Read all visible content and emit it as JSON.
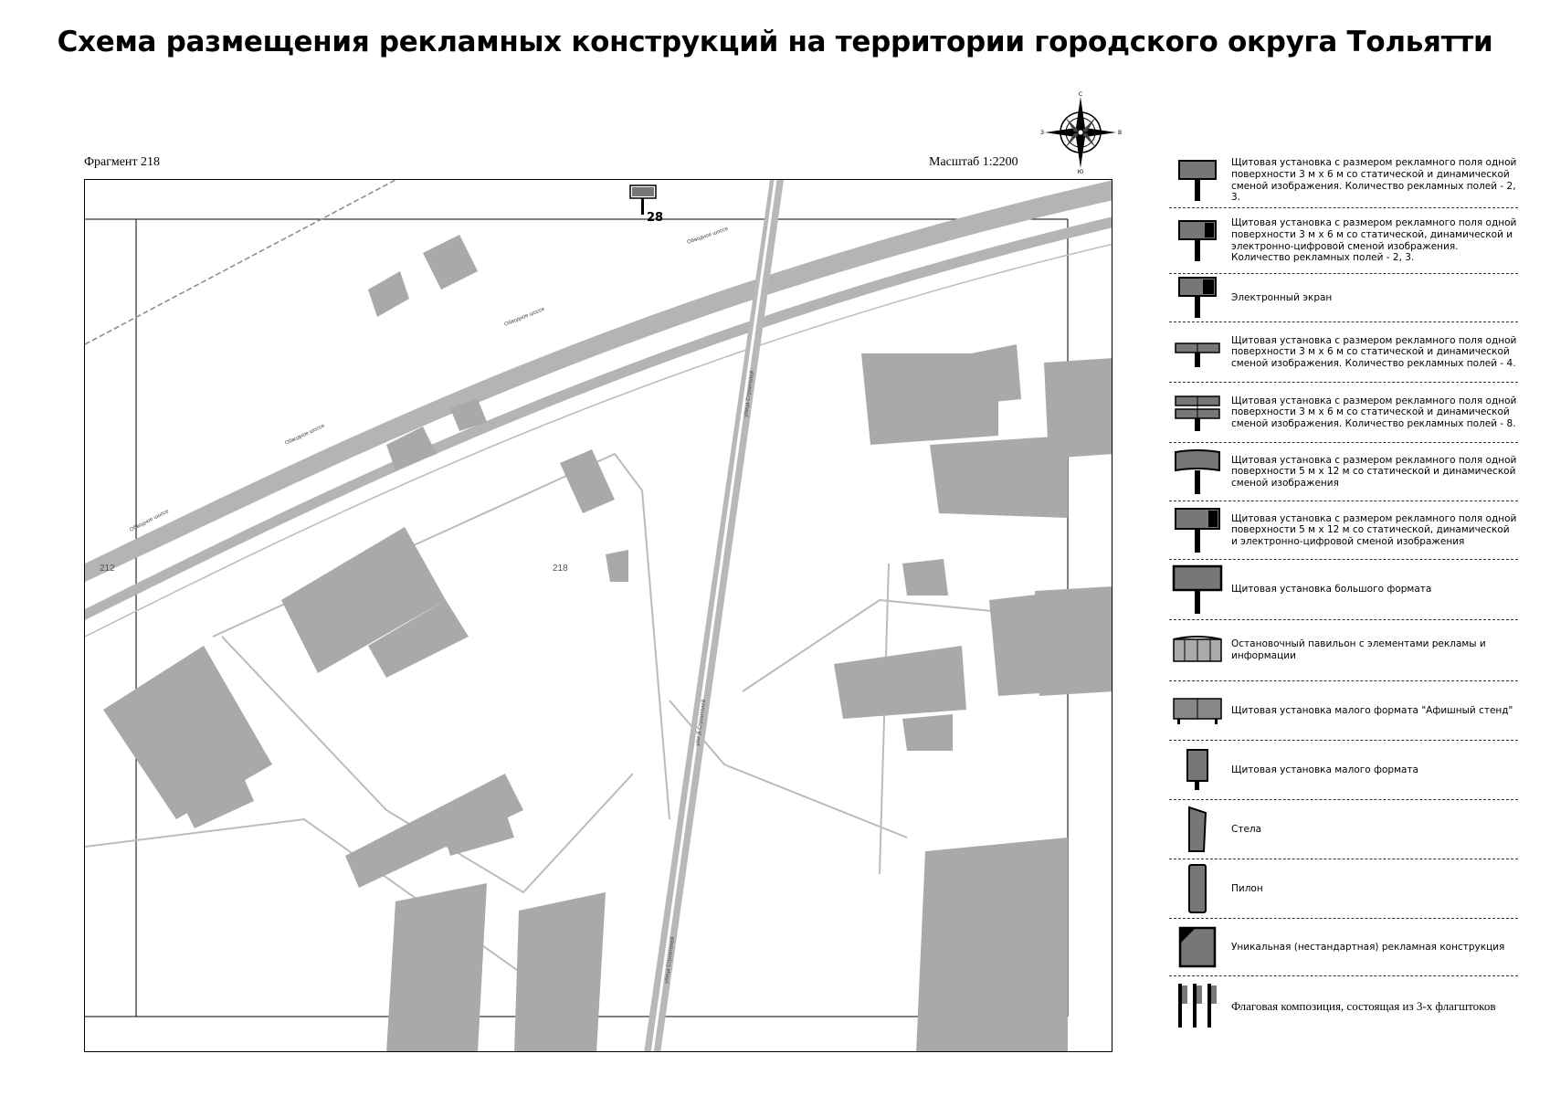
{
  "title": "Схема размещения рекламных конструкций на территории городского округа Тольятти",
  "fragment": "Фрагмент 218",
  "scale": "Масштаб 1:2200",
  "compass": {
    "n": "С",
    "s": "Ю",
    "e": "В",
    "w": "З"
  },
  "map": {
    "marker_number": "28",
    "block_labels": [
      "212",
      "218"
    ],
    "street_labels": [
      "Обводное шоссе",
      "улица Строителей"
    ]
  },
  "legend": [
    {
      "icon": "billboard-3x6-icon",
      "text": "Щитовая установка с размером рекламного поля одной поверхности 3 м х 6 м со статической и динамической сменой изображения. Количество рекламных полей - 2, 3."
    },
    {
      "icon": "billboard-3x6-digital-icon",
      "text": "Щитовая установка с размером рекламного поля одной поверхности 3 м х 6 м со статической, динамической и электронно-цифровой сменой изображения. Количество рекламных полей - 2, 3."
    },
    {
      "icon": "electronic-screen-icon",
      "text": "Электронный экран"
    },
    {
      "icon": "billboard-4-fields-icon",
      "text": "Щитовая установка с размером рекламного поля одной поверхности 3 м х 6 м со статической и динамической сменой изображения. Количество рекламных полей - 4."
    },
    {
      "icon": "billboard-8-fields-icon",
      "text": "Щитовая установка с размером рекламного поля одной поверхности 3 м х 6 м со статической и динамической сменой изображения. Количество рекламных полей - 8."
    },
    {
      "icon": "billboard-5x12-icon",
      "text": "Щитовая установка с размером рекламного поля одной поверхности 5 м х 12 м со статической и динамической сменой изображения"
    },
    {
      "icon": "billboard-5x12-digital-icon",
      "text": "Щитовая установка с размером рекламного поля одной поверхности 5 м х 12 м со статической, динамической и электронно-цифровой сменой изображения"
    },
    {
      "icon": "large-format-icon",
      "text": "Щитовая установка большого формата"
    },
    {
      "icon": "bus-stop-pavilion-icon",
      "text": "Остановочный павильон с элементами рекламы и информации"
    },
    {
      "icon": "poster-stand-icon",
      "text": "Щитовая установка малого формата \"Афишный стенд\""
    },
    {
      "icon": "small-format-icon",
      "text": "Щитовая установка малого формата"
    },
    {
      "icon": "stele-icon",
      "text": "Стела"
    },
    {
      "icon": "pylon-icon",
      "text": "Пилон"
    },
    {
      "icon": "unique-construction-icon",
      "text": "Уникальная (нестандартная) рекламная конструкция"
    },
    {
      "icon": "flag-composition-icon",
      "text": "Флаговая композиция, состоящая из 3-х флагштоков"
    }
  ]
}
